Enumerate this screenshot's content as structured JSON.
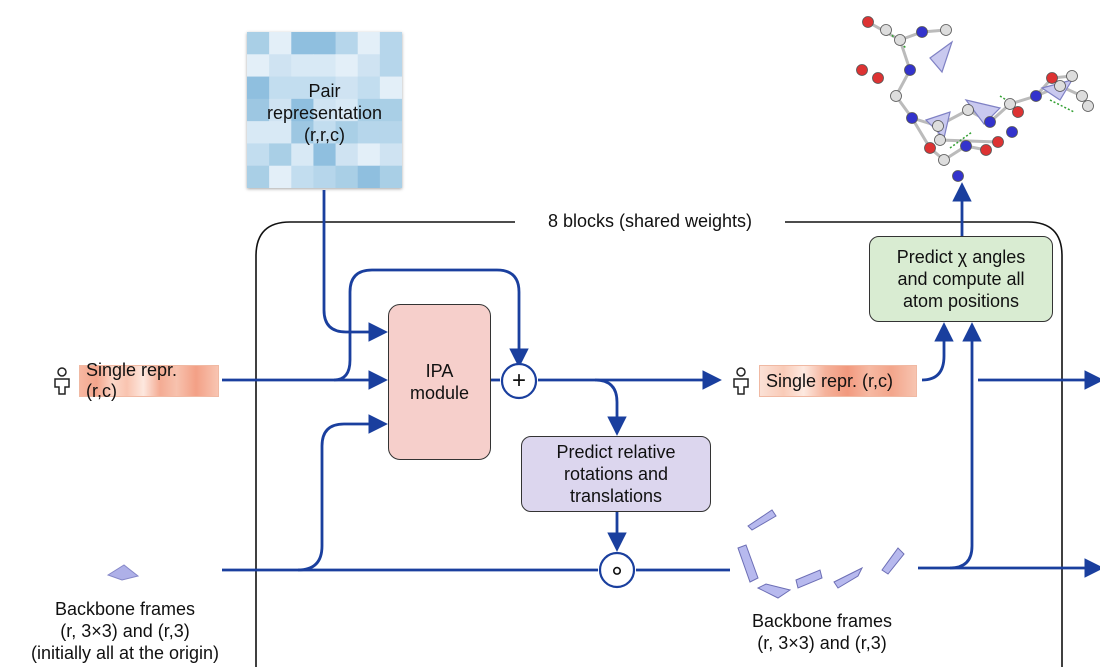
{
  "pair": {
    "line1": "Pair",
    "line2": "representation",
    "line3": "(r,r,c)"
  },
  "loop_label": "8 blocks (shared weights)",
  "single_in": {
    "text": "Single repr. (r,c)"
  },
  "single_out": {
    "text": "Single repr. (r,c)"
  },
  "ipa": {
    "line1": "IPA",
    "line2": "module"
  },
  "plus_symbol": "+",
  "compose_symbol": "∘",
  "predict_rot": {
    "line1": "Predict relative",
    "line2": "rotations and",
    "line3": "translations"
  },
  "predict_chi": {
    "line1": "Predict χ angles",
    "line2": "and compute all",
    "line3": "atom positions"
  },
  "backbone_in": {
    "line1": "Backbone frames",
    "line2": "(r, 3×3) and (r,3)",
    "line3": "(initially all at the origin)"
  },
  "backbone_out": {
    "line1": "Backbone frames",
    "line2": "(r, 3×3) and (r,3)"
  },
  "icons": [
    "person-icon",
    "frame-triangle-icon",
    "protein-structure-icon"
  ],
  "colors": {
    "arrow": "#1a3f9e",
    "ipa_fill": "#f6cfcb",
    "predict_rot_fill": "#dcd6ee",
    "predict_chi_fill": "#d9ecd2",
    "frame": "#aeb0e8"
  }
}
